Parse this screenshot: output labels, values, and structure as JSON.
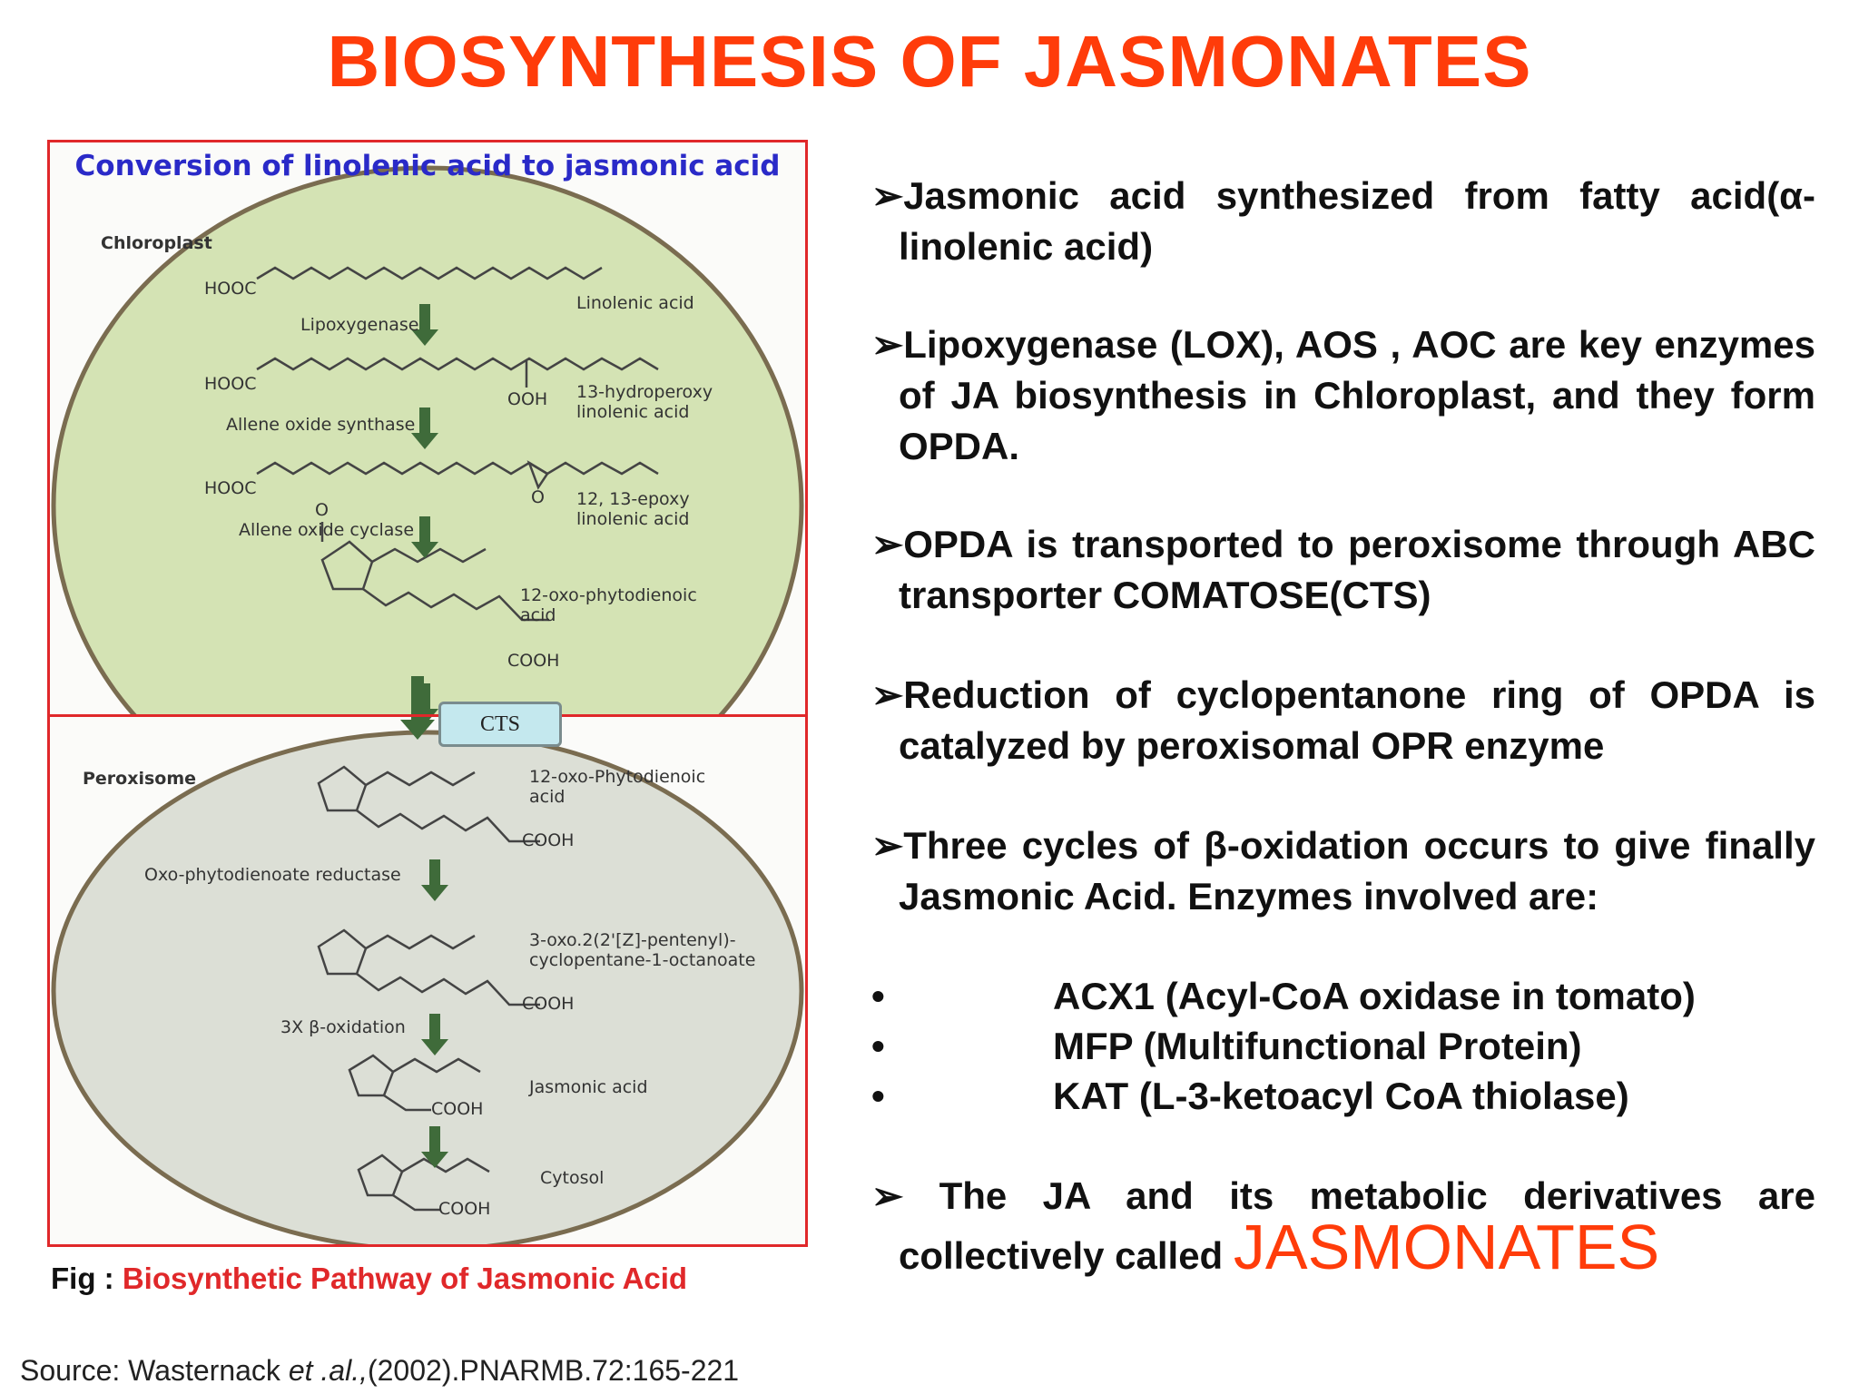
{
  "title": "BIOSYNTHESIS OF JASMONATES",
  "figure": {
    "title": "Conversion of linolenic acid to jasmonic acid",
    "compartments": {
      "chloroplast": "Chloroplast",
      "peroxisome": "Peroxisome",
      "cytosol": "Cytosol"
    },
    "enzymes": {
      "lox": "Lipoxygenase",
      "aos": "Allene oxide synthase",
      "aoc": "Allene oxide cyclase",
      "opr": "Oxo-phytodienoate reductase",
      "beta": "3X β-oxidation"
    },
    "compounds": {
      "linolenic": "Linolenic acid",
      "hydroperoxy_1": "13-hydroperoxy",
      "hydroperoxy_2": "linolenic acid",
      "epoxy_1": "12, 13-epoxy",
      "epoxy_2": "linolenic acid",
      "opda_1": "12-oxo-phytodienoic",
      "opda_2": "acid",
      "opda2_1": "12-oxo-Phytodienoic",
      "opda2_2": "acid",
      "opc_1": "3-oxo.2(2'[Z]-pentenyl)-",
      "opc_2": "cyclopentane-1-octanoate",
      "ja": "Jasmonic acid"
    },
    "chem": {
      "hooc": "HOOC",
      "cooh": "COOH",
      "ooh": "OOH",
      "o": "O"
    },
    "transporter": "CTS",
    "caption_prefix": "Fig :",
    "caption": "Biosynthetic Pathway of  Jasmonic Acid"
  },
  "source": {
    "prefix": "Source: Wasternack ",
    "etal": "et .al.,",
    "rest": "(2002).PNARMB.72:165-221"
  },
  "bullets": {
    "arrow": "➢",
    "b1": "Jasmonic acid synthesized from fatty acid(α-linolenic acid)",
    "b2": "Lipoxygenase (LOX), AOS , AOC  are key enzymes of JA biosynthesis in Chloroplast, and they form OPDA.",
    "b3": "OPDA  is transported to peroxisome through ABC transporter COMATOSE(CTS)",
    "b4": "Reduction of cyclopentanone ring of OPDA is catalyzed by peroxisomal OPR enzyme",
    "b5": "Three cycles of β-oxidation occurs to give finally Jasmonic Acid. Enzymes involved are:",
    "subs": [
      "ACX1 (Acyl-CoA oxidase in tomato)",
      "MFP (Multifunctional Protein)",
      "KAT (L-3-ketoacyl CoA  thiolase)"
    ],
    "sub_marker": "•",
    "b6": " The JA  and  its metabolic derivatives are collectively called",
    "b6_big": "JASMONATES"
  }
}
